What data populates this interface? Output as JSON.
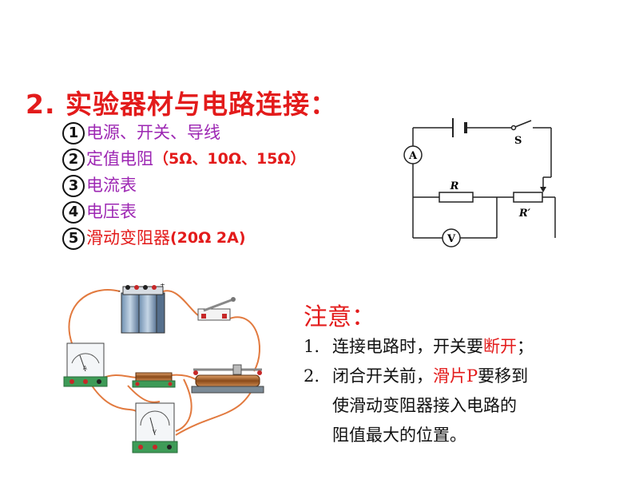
{
  "title": "2. 实验器材与电路连接：",
  "equipment": [
    {
      "num": "1",
      "text": "电源、开关、导线"
    },
    {
      "num": "2",
      "text": "定值电阻",
      "extra": "（5Ω、10Ω、15Ω）"
    },
    {
      "num": "3",
      "text": "电流表"
    },
    {
      "num": "4",
      "text": "电压表"
    },
    {
      "num": "5",
      "text": "滑动变阻器",
      "extra": "(20Ω  2A)"
    }
  ],
  "circuit": {
    "switch_label": "S",
    "ammeter_label": "A",
    "voltmeter_label": "V",
    "resistor_label": "R",
    "rheostat_label": "R′"
  },
  "notice": {
    "title": "注意：",
    "items": [
      {
        "num": "1.",
        "before": "连接电路时，开关要",
        "highlight": "断开",
        "after": "；"
      },
      {
        "num": "2.",
        "before": "闭合开关前，",
        "highlight": "滑片P",
        "after": "要移到"
      }
    ],
    "continuation": [
      "使滑动变阻器接入电路的",
      "阻值最大的位置。"
    ]
  },
  "colors": {
    "red": "#e31b1b",
    "purple": "#9d27b3",
    "wire": "#e27a3f"
  }
}
